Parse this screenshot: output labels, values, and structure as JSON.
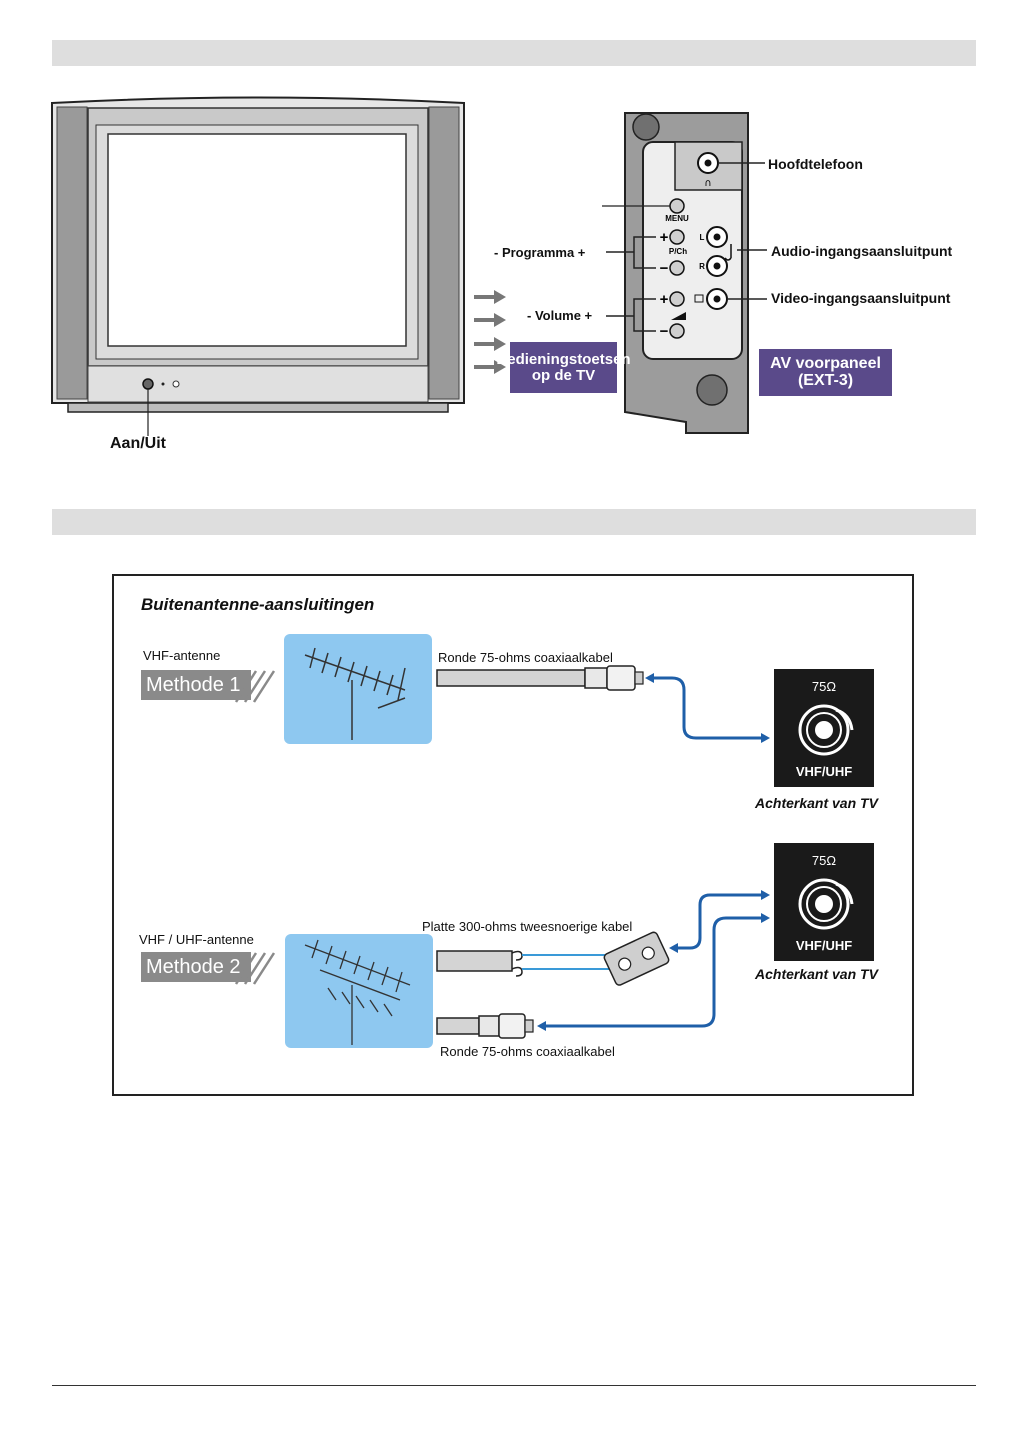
{
  "tv_controls": {
    "power_label": "Aan/Uit",
    "headphone_label": "Hoofdtelefoon",
    "audio_input_label": "Audio-ingangsaansluitpunt",
    "video_input_label": "Video-ingangsaansluitpunt",
    "program_label": "- Programma +",
    "volume_label": "- Volume +",
    "menu_text": "MENU",
    "pch_text": "P/Ch",
    "audio_l": "L",
    "audio_r": "R",
    "plus": "+",
    "minus": "−",
    "controls_badge_line1": "Bedieningstoetsen",
    "controls_badge_line2": "op de TV",
    "av_badge_line1": "AV voorpaneel",
    "av_badge_line2": "(EXT-3)",
    "badge_color": "#5a4a8a"
  },
  "antenna": {
    "title": "Buitenantenne-aansluitingen",
    "method1": {
      "antenna_label": "VHF-antenne",
      "method_label": "Methode 1",
      "cable_label": "Ronde 75-ohms coaxiaalkabel"
    },
    "method2": {
      "antenna_label": "VHF / UHF-antenne",
      "method_label": "Methode 2",
      "flat_cable_label": "Platte 300-ohms tweesnoerige kabel",
      "coax_cable_label": "Ronde 75-ohms coaxiaalkabel"
    },
    "socket_ohm": "75Ω",
    "socket_name": "VHF/UHF",
    "rear_label": "Achterkant van TV",
    "sky_color": "#8ec8f0",
    "cable_color": "#1f5fa8"
  }
}
